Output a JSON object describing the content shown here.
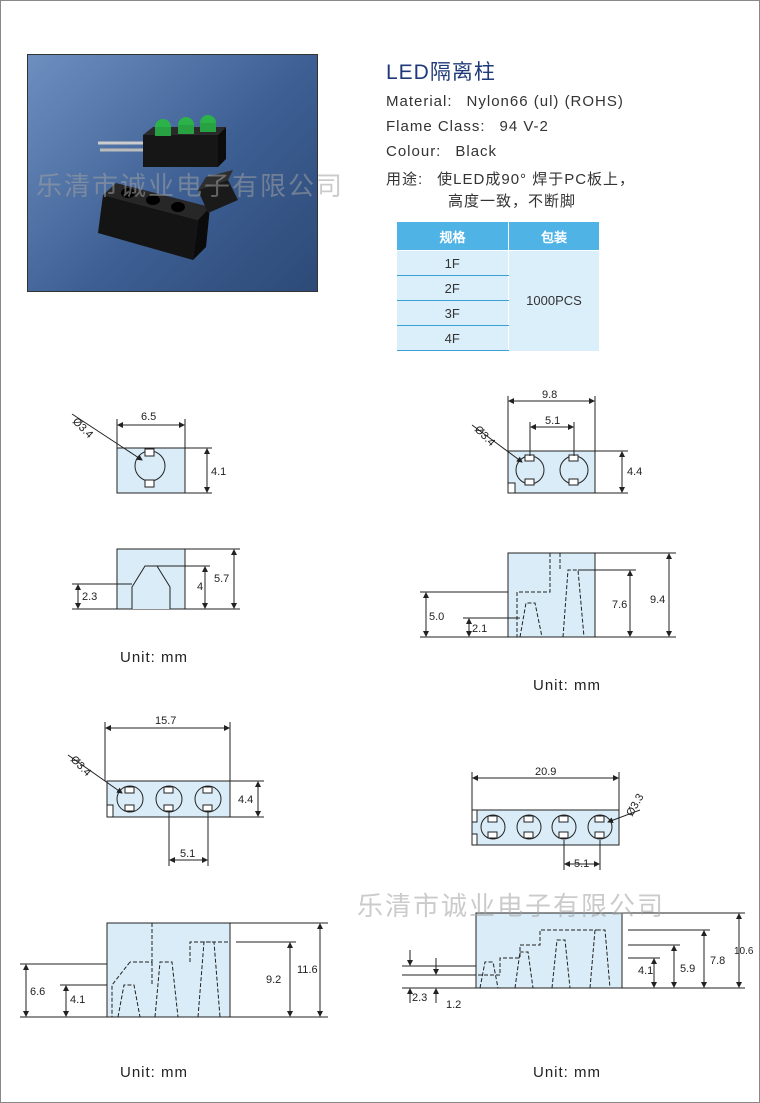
{
  "product": {
    "title": "LED隔离柱",
    "material_label": "Material:",
    "material_value": "Nylon66 (ul) (ROHS)",
    "flame_label": "Flame Class:",
    "flame_value": "94 V-2",
    "colour_label": "Colour:",
    "colour_value": "Black",
    "use_label": "用途:",
    "use_line1": "使LED成90°  焊于PC板上，",
    "use_line2": "高度一致，不断脚"
  },
  "watermark": "乐清市诚业电子有限公司",
  "table": {
    "headers": [
      "规格",
      "包装"
    ],
    "specs": [
      "1F",
      "2F",
      "3F",
      "4F"
    ],
    "packing": "1000PCS",
    "header_color": "#4fb3e6",
    "row_color": "#dbeffb"
  },
  "unit_label": "Unit:   mm",
  "dims": {
    "d1": {
      "dia": "Ø3.4",
      "w": "6.5",
      "h": "4.1",
      "a": "2.3",
      "b": "4",
      "c": "5.7"
    },
    "d2": {
      "dia": "Ø3.4",
      "w": "9.8",
      "p": "5.1",
      "h": "4.4",
      "a": "5.0",
      "b": "2.1",
      "c": "7.6",
      "d": "9.4"
    },
    "d3": {
      "dia": "Ø3.4",
      "w": "15.7",
      "p": "5.1",
      "h": "4.4",
      "a": "6.6",
      "b": "4.1",
      "c": "9.2",
      "d": "11.6"
    },
    "d4": {
      "dia": "Ø3.3",
      "w": "20.9",
      "p": "5.1",
      "a": "2.3",
      "b": "1.2",
      "c": "4.1",
      "d": "5.9",
      "e": "7.8",
      "f": "10.6"
    }
  },
  "colors": {
    "part_fill": "#d9ecf7",
    "title": "#1f3a7a"
  }
}
